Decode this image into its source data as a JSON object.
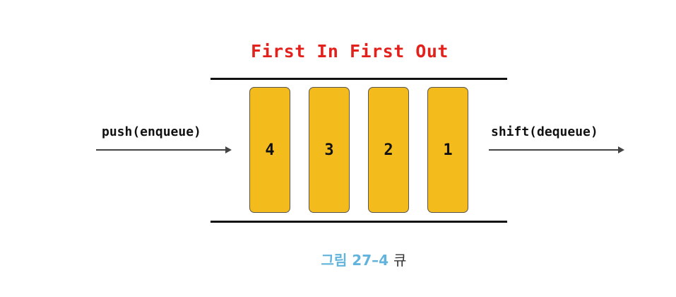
{
  "title": "First In First Out",
  "push_label": "push(enqueue)",
  "shift_label": "shift(dequeue)",
  "queue_items": [
    "4",
    "3",
    "2",
    "1"
  ],
  "caption": {
    "number": "그림 27–4",
    "name": "큐"
  },
  "colors": {
    "title": "#e3211c",
    "item_fill": "#f3bb1c",
    "caption_number": "#62b4dd"
  }
}
